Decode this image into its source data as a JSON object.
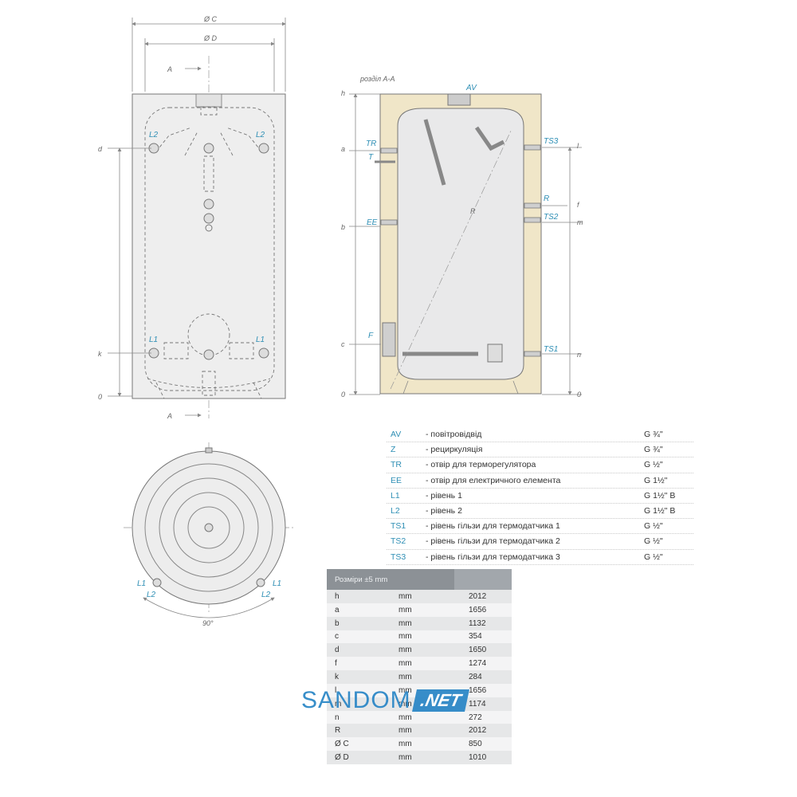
{
  "front_view": {
    "dim_outer": "Ø C",
    "dim_inner": "Ø D",
    "section_marker": "A",
    "left_labels": [
      "d",
      "k",
      "0"
    ],
    "port_labels": {
      "upper": "L2",
      "lower": "L1"
    }
  },
  "section_view": {
    "title": "розділ A-A",
    "left_labels": [
      "h",
      "a",
      "b",
      "c",
      "0"
    ],
    "right_labels": [
      "l",
      "f",
      "m",
      "n",
      "0"
    ],
    "ports": {
      "av": "AV",
      "tr": "TR",
      "t": "T",
      "ee": "EE",
      "f": "F",
      "ts3": "TS3",
      "r": "R",
      "ts2": "TS2",
      "ts1": "TS1"
    },
    "radius_label": "R"
  },
  "top_view": {
    "angle": "90°",
    "left_ports": [
      "L1",
      "L2"
    ],
    "right_ports": [
      "L1",
      "L2"
    ]
  },
  "connections": [
    {
      "code": "AV",
      "desc": "- повітровідвід",
      "size": "G ¾\""
    },
    {
      "code": "Z",
      "desc": "- рециркуляція",
      "size": "G ¾\""
    },
    {
      "code": "TR",
      "desc": "- отвір для терморегулятора",
      "size": "G ½\""
    },
    {
      "code": "EE",
      "desc": "- отвір для електричного елемента",
      "size": "G 1½\""
    },
    {
      "code": "L1",
      "desc": "- рівень 1",
      "size": "G 1½\" B"
    },
    {
      "code": "L2",
      "desc": "- рівень 2",
      "size": "G 1½\" B"
    },
    {
      "code": "TS1",
      "desc": "- рівень гільзи для термодатчика 1",
      "size": "G ½\""
    },
    {
      "code": "TS2",
      "desc": "- рівень гільзи для термодатчика 2",
      "size": "G ½\""
    },
    {
      "code": "TS3",
      "desc": "- рівень гільзи для термодатчика 3",
      "size": "G ½\""
    }
  ],
  "dimensions": {
    "header": "Розміри ±5 mm",
    "rows": [
      {
        "name": "h",
        "unit": "mm",
        "value": "2012"
      },
      {
        "name": "a",
        "unit": "mm",
        "value": "1656"
      },
      {
        "name": "b",
        "unit": "mm",
        "value": "1132"
      },
      {
        "name": "c",
        "unit": "mm",
        "value": "354"
      },
      {
        "name": "d",
        "unit": "mm",
        "value": "1650"
      },
      {
        "name": "f",
        "unit": "mm",
        "value": "1274"
      },
      {
        "name": "k",
        "unit": "mm",
        "value": "284"
      },
      {
        "name": "l",
        "unit": "mm",
        "value": "1656"
      },
      {
        "name": "m",
        "unit": "mm",
        "value": "1174"
      },
      {
        "name": "n",
        "unit": "mm",
        "value": "272"
      },
      {
        "name": "R",
        "unit": "mm",
        "value": "2012"
      },
      {
        "name": "Ø C",
        "unit": "mm",
        "value": "850"
      },
      {
        "name": "Ø D",
        "unit": "mm",
        "value": "1010"
      }
    ]
  },
  "watermark": {
    "part1": "SANDOM",
    "part2": ".NET"
  }
}
